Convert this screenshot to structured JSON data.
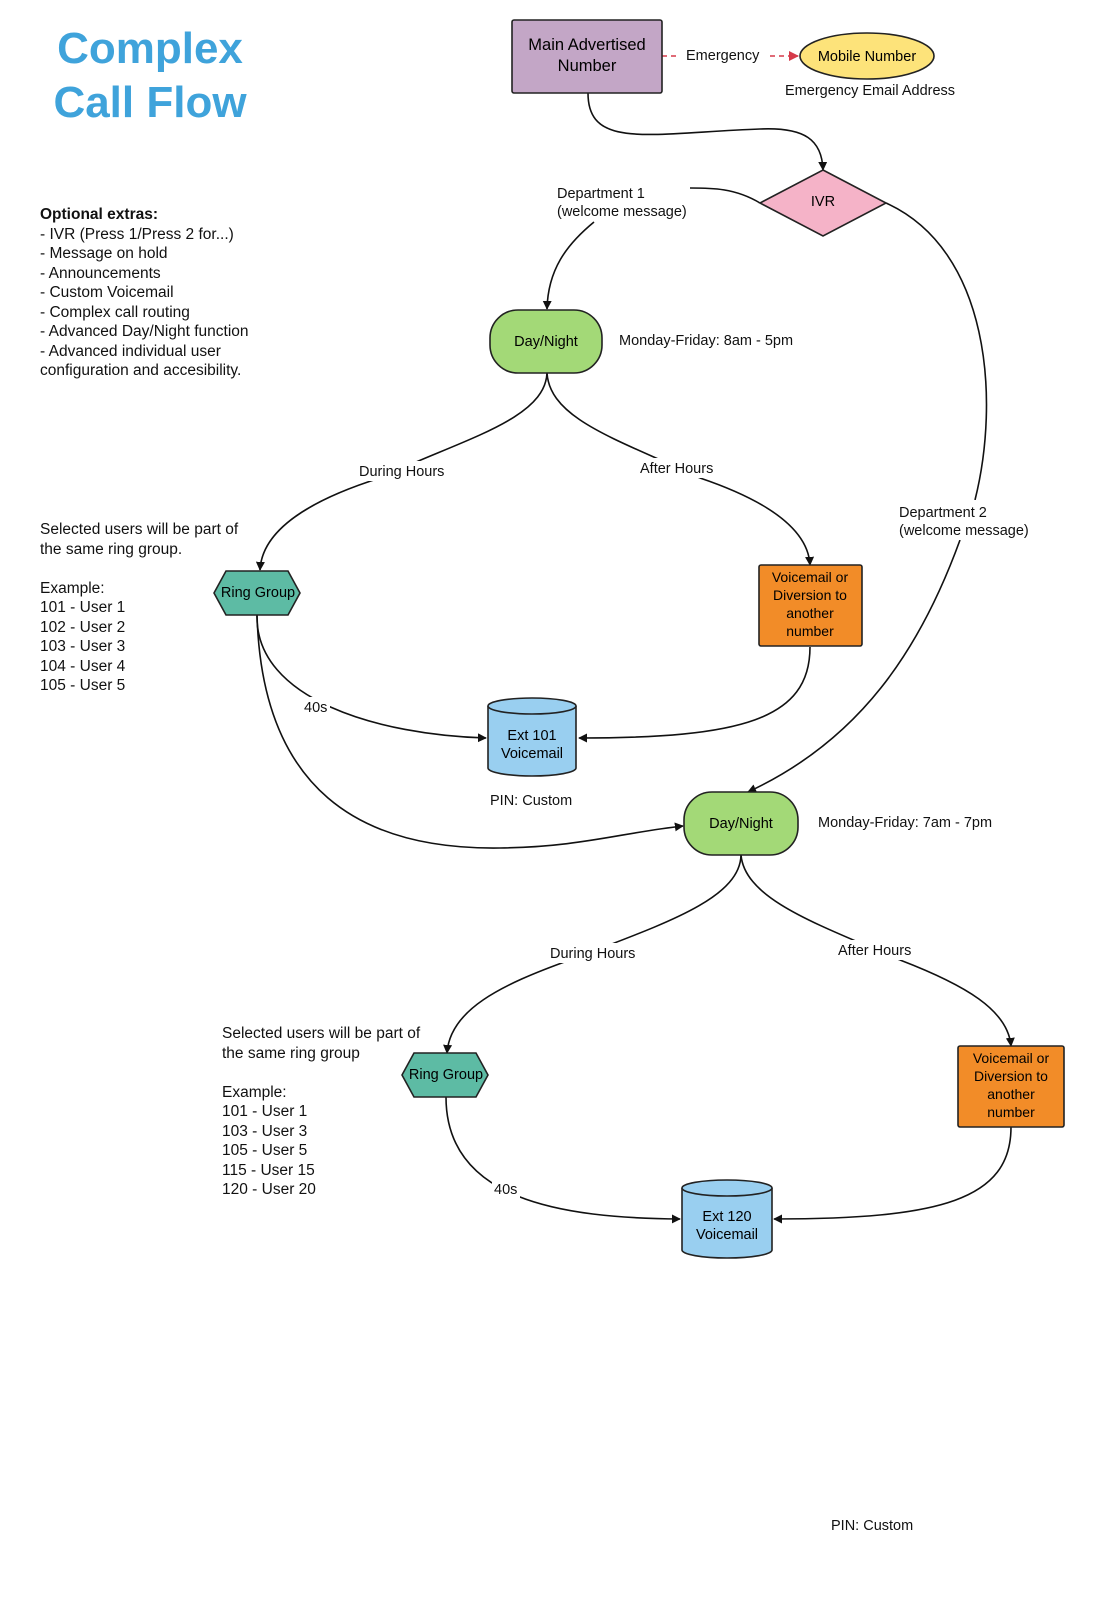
{
  "title": {
    "line1": "Complex",
    "line2": "Call Flow"
  },
  "optional_extras": {
    "heading": "Optional extras:",
    "items": [
      "- IVR (Press 1/Press 2 for...)",
      "- Message on hold",
      "- Announcements",
      "- Custom Voicemail",
      "- Complex call routing",
      "- Advanced Day/Night function",
      "- Advanced individual user",
      "configuration and accesibility."
    ]
  },
  "group1_note": {
    "lines": [
      "Selected users will be part of",
      "the same ring group."
    ],
    "example_label": "Example:",
    "users": [
      "101 - User 1",
      "102 - User 2",
      "103 - User 3",
      "104 - User 4",
      "105 - User 5"
    ]
  },
  "group2_note": {
    "lines": [
      "Selected users will be part of",
      "the same ring group"
    ],
    "example_label": "Example:",
    "users": [
      "101 - User 1",
      "103 - User 3",
      "105 - User 5",
      "115 - User 15",
      "120 - User 20"
    ]
  },
  "nodes": {
    "main": {
      "line1": "Main Advertised",
      "line2": "Number",
      "color": "#c3a6c6"
    },
    "mobile": {
      "label": "Mobile Number",
      "color": "#fde37a"
    },
    "ivr": {
      "label": "IVR",
      "color": "#f5b3c8"
    },
    "daynight1": {
      "label": "Day/Night",
      "color": "#a3d977"
    },
    "daynight2": {
      "label": "Day/Night",
      "color": "#a3d977"
    },
    "ringgroup1": {
      "label": "Ring Group",
      "color": "#5dbba4"
    },
    "ringgroup2": {
      "label": "Ring Group",
      "color": "#5dbba4"
    },
    "voicemail_div1": {
      "lines": [
        "Voicemail or",
        "Diversion to",
        "another",
        "number"
      ],
      "color": "#f28c28"
    },
    "voicemail_div2": {
      "lines": [
        "Voicemail or",
        "Diversion to",
        "another",
        "number"
      ],
      "color": "#f28c28"
    },
    "ext101": {
      "line1": "Ext 101",
      "line2": "Voicemail",
      "color": "#99cff0"
    },
    "ext120": {
      "line1": "Ext 120",
      "line2": "Voicemail",
      "color": "#99cff0"
    }
  },
  "labels": {
    "emergency": "Emergency",
    "emergency_email": "Emergency Email Address",
    "dept1": [
      "Department 1",
      "(welcome message)"
    ],
    "dept2": [
      "Department 2",
      "(welcome message)"
    ],
    "hours1": "Monday-Friday: 8am - 5pm",
    "hours2": "Monday-Friday: 7am - 7pm",
    "during1": "During Hours",
    "after1": "After Hours",
    "during2": "During Hours",
    "after2": "After Hours",
    "timeout1": "40s",
    "timeout2": "40s",
    "pin1": "PIN: Custom",
    "pin2": "PIN: Custom"
  },
  "colors": {
    "line": "#111111",
    "emergency_arrow": "#d63a4a",
    "title": "#3fa3db",
    "stroke": "#222222"
  }
}
